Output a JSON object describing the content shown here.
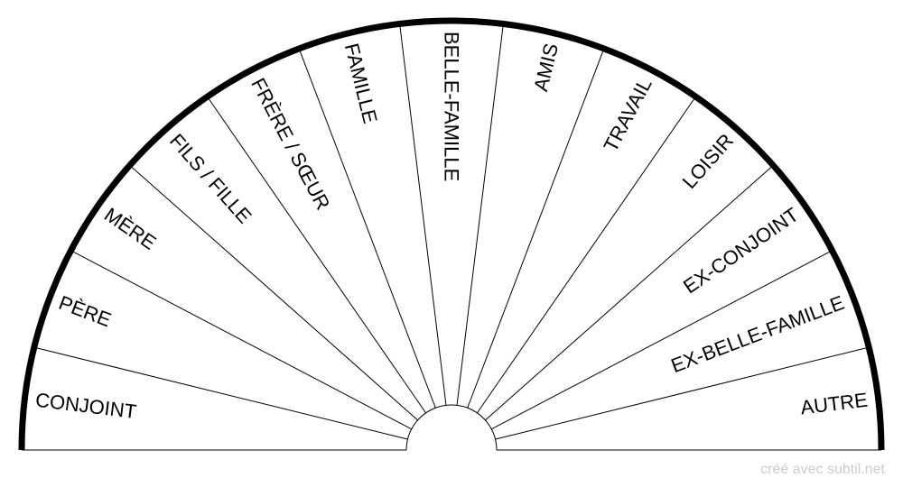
{
  "chart": {
    "sectors": [
      "CONJOINT",
      "PÈRE",
      "MÈRE",
      "FILS / FILLE",
      "FRÈRE / SŒUR",
      "FAMILLE",
      "BELLE-FAMILLE",
      "AMIS",
      "TRAVAIL",
      "LOISIR",
      "EX-CONJOINT",
      "EX-BELLE-FAMILLE",
      "AUTRE"
    ]
  },
  "colors": {
    "stroke": "#000000",
    "background": "#ffffff",
    "credit": "#cccccc"
  },
  "credit": "créé avec subtil.net"
}
